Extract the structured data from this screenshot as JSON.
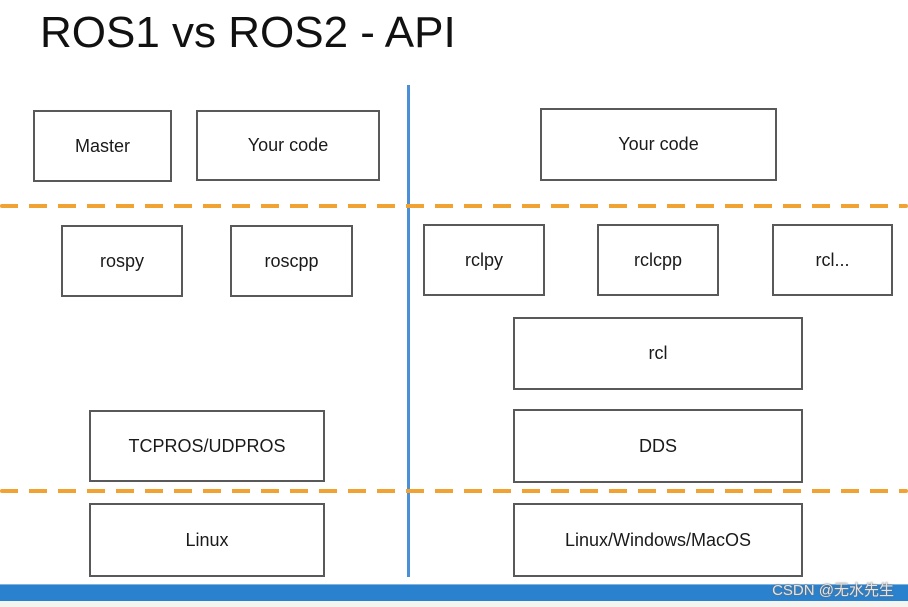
{
  "title": "ROS1 vs ROS2 - API",
  "diagram": {
    "ros1": {
      "master": "Master",
      "your_code": "Your code",
      "rospy": "rospy",
      "roscpp": "roscpp",
      "transport": "TCPROS/UDPROS",
      "os": "Linux"
    },
    "ros2": {
      "your_code": "Your code",
      "rclpy": "rclpy",
      "rclcpp": "rclcpp",
      "rcl_other": "rcl...",
      "rcl": "rcl",
      "dds": "DDS",
      "os": "Linux/Windows/MacOS"
    }
  },
  "watermark": "CSDN @无水先生",
  "colors": {
    "divider_line": "#4a90d9",
    "dashed_line": "#f0a232",
    "bottom_bar": "#2a81cd",
    "box_border": "#595959"
  }
}
